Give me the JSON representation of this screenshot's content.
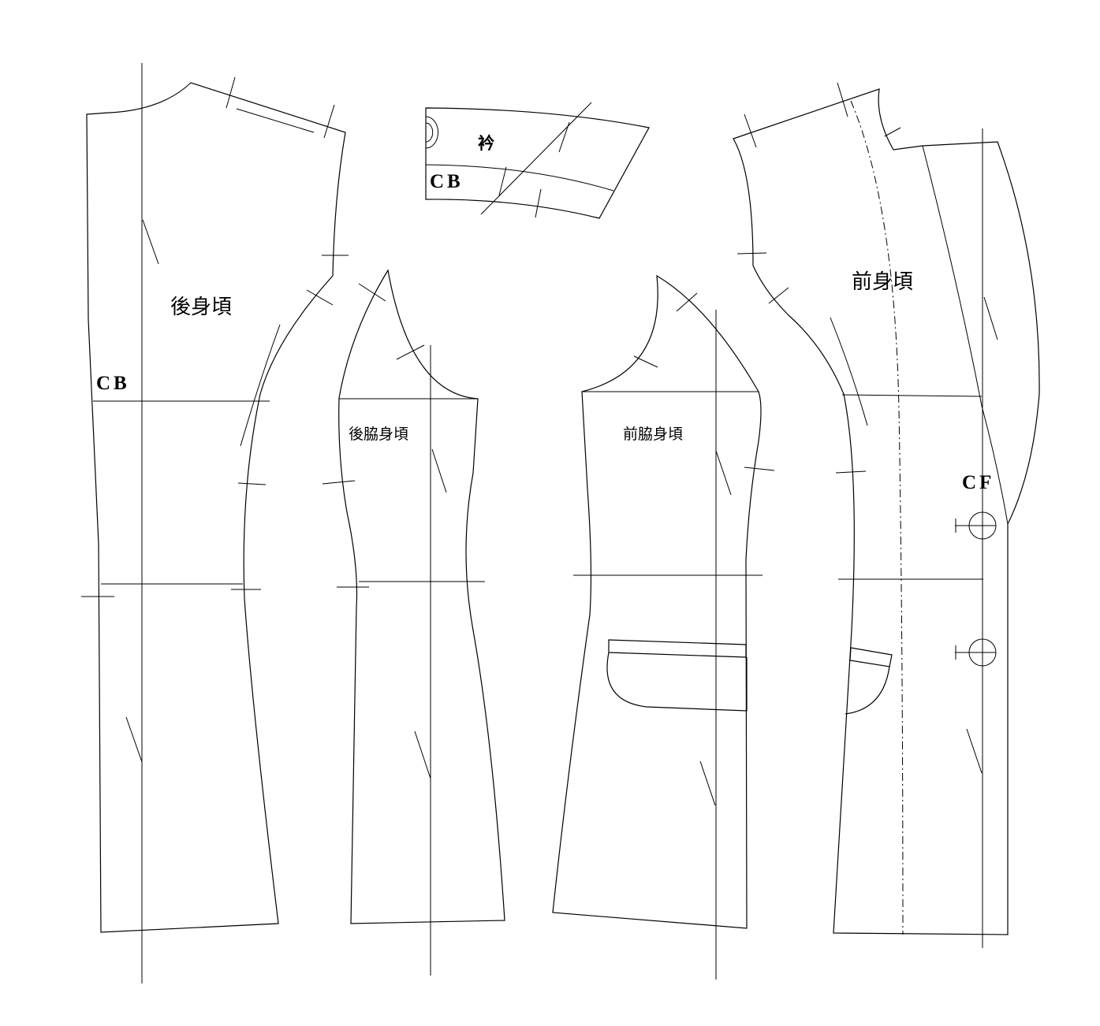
{
  "labels": {
    "back_bodice": "後身頃",
    "back_side_bodice": "後脇身頃",
    "front_side_bodice": "前脇身頃",
    "front_bodice": "前身頃",
    "collar": "衿",
    "center_back_main": "CB",
    "center_back_collar": "CB",
    "center_front": "CF"
  }
}
